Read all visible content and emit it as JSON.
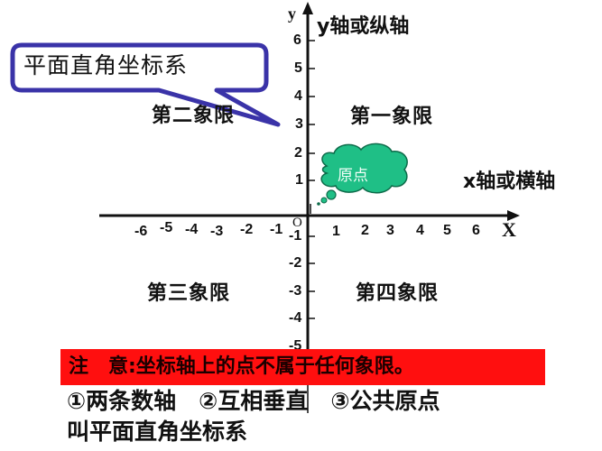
{
  "callout": {
    "text": "平面直角坐标系",
    "border_color": "#3a33a8"
  },
  "axes": {
    "y_name": "y",
    "x_name": "X",
    "origin_label": "O",
    "y_description": "y轴或纵轴",
    "x_description": "x轴或横轴"
  },
  "x_ticks": [
    "-6",
    "-5",
    "-4",
    "-3",
    "-2",
    "-1",
    "1",
    "2",
    "3",
    "4",
    "5",
    "6"
  ],
  "y_ticks": [
    "6",
    "5",
    "4",
    "3",
    "2",
    "1",
    "-1",
    "-2",
    "-3",
    "-4",
    "-5"
  ],
  "quadrants": {
    "first": "第一象限",
    "second": "第二象限",
    "third": "第三象限",
    "fourth": "第四象限"
  },
  "origin_cloud": {
    "text": "原点",
    "fill_color": "#1fbf86"
  },
  "note": {
    "text": "注　意:坐标轴上的点不属于任何象限。",
    "background_color": "#ff0f0f"
  },
  "definition": {
    "line1": "①两条数轴　②互相垂直　③公共原点",
    "line2": "叫平面直角坐标系"
  }
}
